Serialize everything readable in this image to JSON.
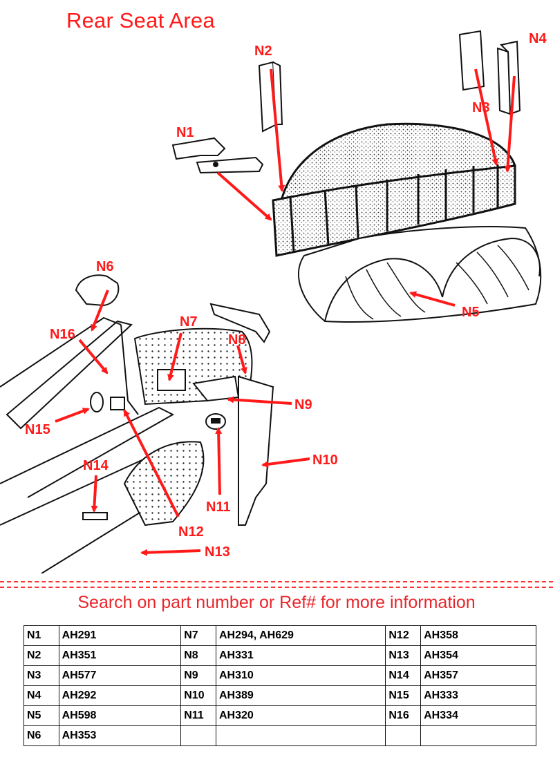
{
  "title": "Rear Seat Area",
  "callouts": [
    "N1",
    "N2",
    "N3",
    "N4",
    "N5",
    "N6",
    "N7",
    "N8",
    "N9",
    "N10",
    "N11",
    "N12",
    "N13",
    "N14",
    "N15",
    "N16"
  ],
  "search_note": "Search on part number or Ref# for more information",
  "parts_table": [
    [
      {
        "ref": "N1",
        "pn": "AH291"
      },
      {
        "ref": "N7",
        "pn": "AH294, AH629"
      },
      {
        "ref": "N12",
        "pn": "AH358"
      }
    ],
    [
      {
        "ref": "N2",
        "pn": "AH351"
      },
      {
        "ref": "N8",
        "pn": "AH331"
      },
      {
        "ref": "N13",
        "pn": "AH354"
      }
    ],
    [
      {
        "ref": "N3",
        "pn": "AH577"
      },
      {
        "ref": "N9",
        "pn": "AH310"
      },
      {
        "ref": "N14",
        "pn": "AH357"
      }
    ],
    [
      {
        "ref": "N4",
        "pn": "AH292"
      },
      {
        "ref": "N10",
        "pn": "AH389"
      },
      {
        "ref": "N15",
        "pn": "AH333"
      }
    ],
    [
      {
        "ref": "N5",
        "pn": "AH598"
      },
      {
        "ref": "N11",
        "pn": "AH320"
      },
      {
        "ref": "N16",
        "pn": "AH334"
      }
    ],
    [
      {
        "ref": "N6",
        "pn": "AH353"
      },
      {
        "ref": "",
        "pn": ""
      },
      {
        "ref": "",
        "pn": ""
      }
    ]
  ],
  "colors": {
    "accent": "#ff1a1a",
    "line": "#111111"
  }
}
